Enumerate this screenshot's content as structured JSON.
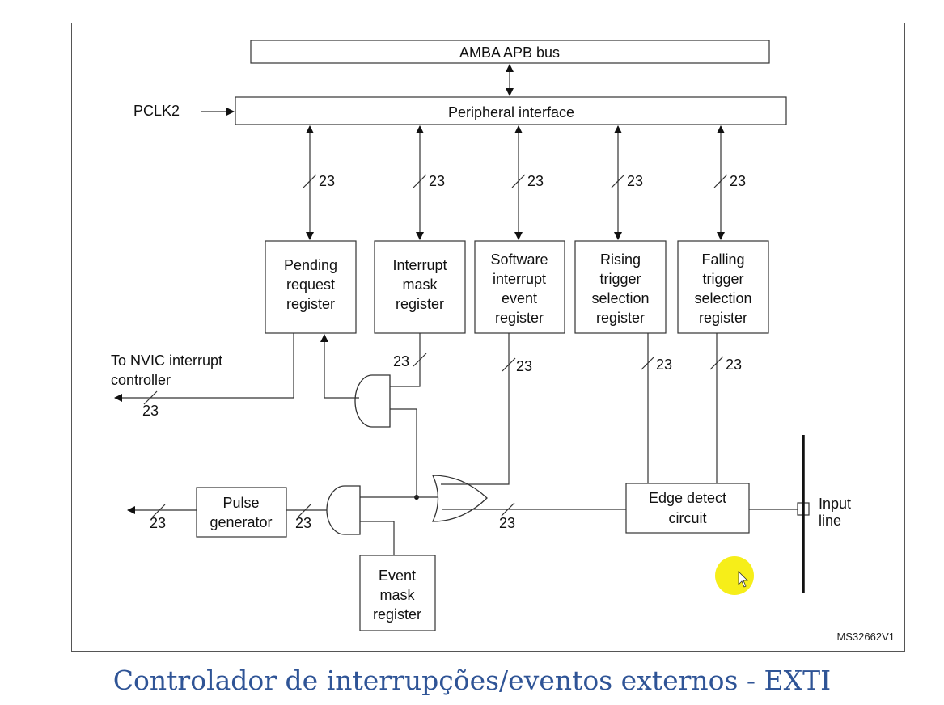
{
  "diagram": {
    "bus_label": "AMBA APB bus",
    "peripheral_interface_label": "Peripheral interface",
    "clock_label": "PCLK2",
    "bus_width": "23",
    "registers": {
      "pending": [
        "Pending",
        "request",
        "register"
      ],
      "interrupt_mask": [
        "Interrupt",
        "mask",
        "register"
      ],
      "software_interrupt": [
        "Software",
        "interrupt",
        "event",
        "register"
      ],
      "rising_trigger": [
        "Rising",
        "trigger",
        "selection",
        "register"
      ],
      "falling_trigger": [
        "Falling",
        "trigger",
        "selection",
        "register"
      ],
      "event_mask": [
        "Event",
        "mask",
        "register"
      ]
    },
    "nvic_label": [
      "To NVIC interrupt",
      "controller"
    ],
    "pulse_generator": [
      "Pulse",
      "generator"
    ],
    "edge_detect": [
      "Edge detect",
      "circuit"
    ],
    "input_line": [
      "Input",
      "line"
    ],
    "figure_id": "MS32662V1"
  },
  "caption": "Controlador de interrupções/eventos externos - EXTI",
  "colors": {
    "caption": "#2f5496",
    "cursor_highlight": "#f5ec00"
  }
}
